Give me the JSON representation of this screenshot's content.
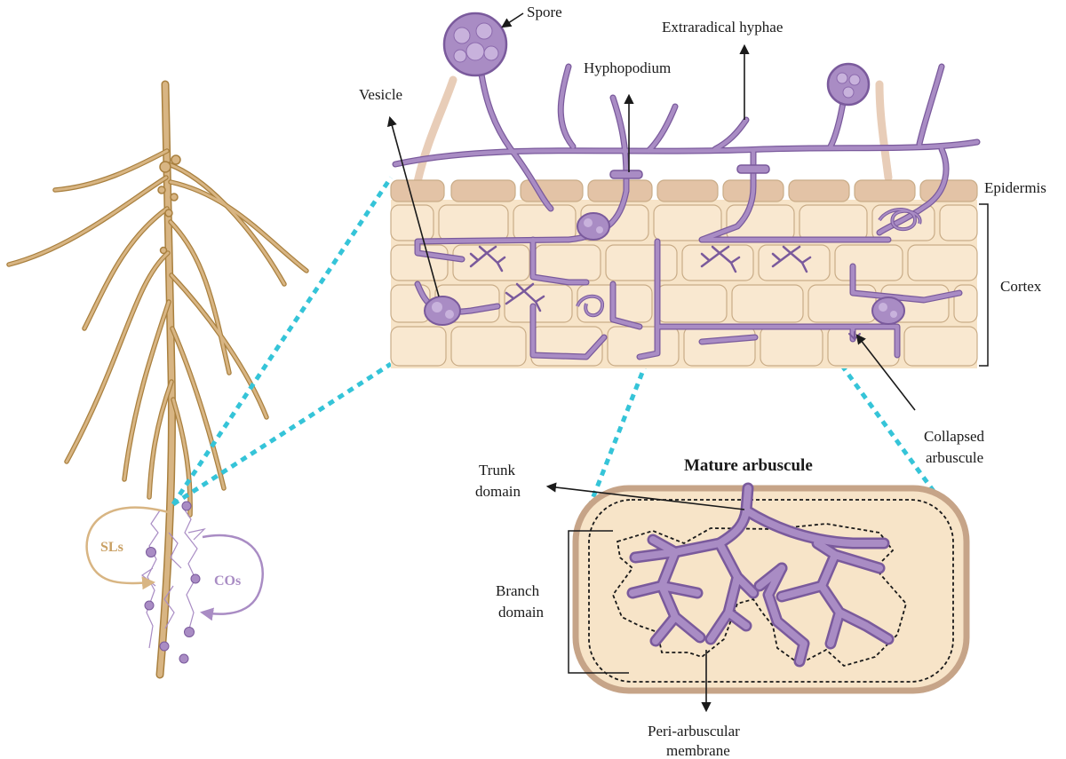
{
  "colors": {
    "root": "#c9a064",
    "root_edge": "#a9803f",
    "hypha": "#a98cc4",
    "hypha_edge": "#7a5a9c",
    "cell_fill": "#f7e4c8",
    "cell_edge": "#c9ac87",
    "epidermis": "#e3c3a6",
    "zoom_line": "#35c4d8",
    "signal_sl": "#d8b583",
    "signal_co": "#a98cc4",
    "arbuscule_cell_wall": "#c6a488"
  },
  "labels": {
    "spore": "Spore",
    "extraradical_hyphae": "Extraradical hyphae",
    "hyphopodium": "Hyphopodium",
    "vesicle": "Vesicle",
    "epidermis": "Epidermis",
    "cortex": "Cortex",
    "collapsed_arbuscule_1": "Collapsed",
    "collapsed_arbuscule_2": "arbuscule",
    "mature_arbuscule": "Mature arbuscule",
    "trunk_domain_1": "Trunk",
    "trunk_domain_2": "domain",
    "branch_domain_1": "Branch",
    "branch_domain_2": "domain",
    "pam_1": "Peri-arbuscular",
    "pam_2": "membrane",
    "sls": "SLs",
    "cos": "COs"
  }
}
